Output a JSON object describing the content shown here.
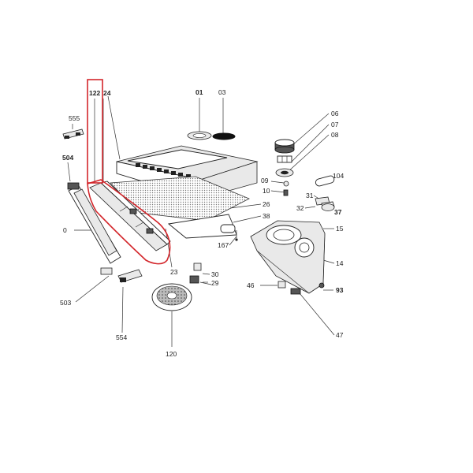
{
  "labels": {
    "p122": "122",
    "p24": "24",
    "p01": "01",
    "p03": "03",
    "p06": "06",
    "p07": "07",
    "p08": "08",
    "p555": "555",
    "p504": "504",
    "p104": "104",
    "p09": "09",
    "p10": "10",
    "p31": "31",
    "p32": "32",
    "p37": "37",
    "p26": "26",
    "p38": "38",
    "p15": "15",
    "p0": "0",
    "p167": "167",
    "p23": "23",
    "p14": "14",
    "p30": "30",
    "p29": "29",
    "p46": "46",
    "p93": "93",
    "p503": "503",
    "p554": "554",
    "p47": "47",
    "p120": "120"
  },
  "highlight_color": "#d3262b"
}
